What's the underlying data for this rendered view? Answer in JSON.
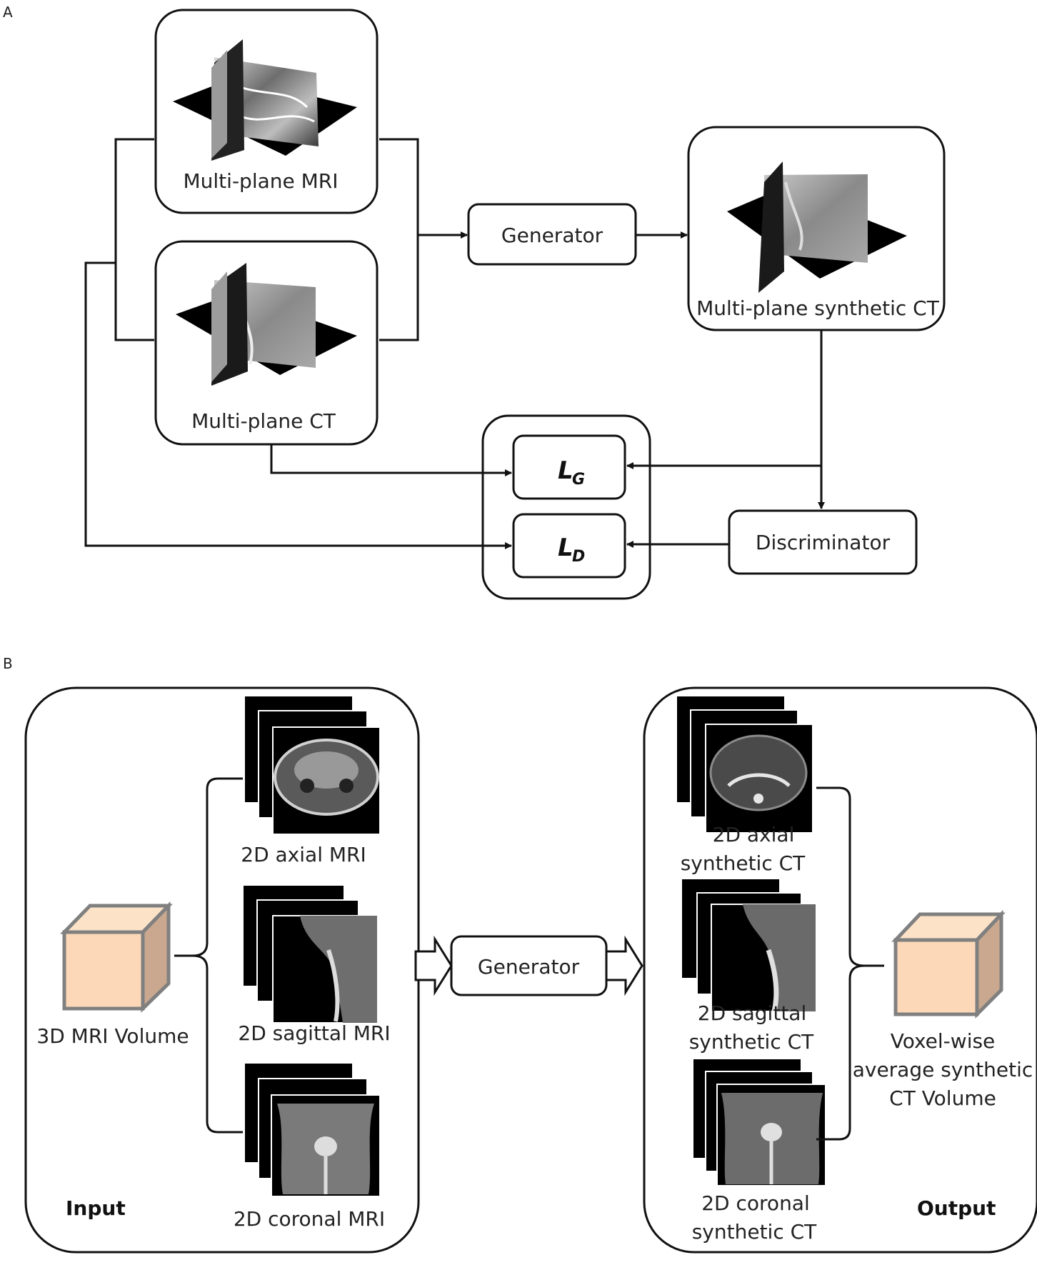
{
  "panel_a": {
    "letter": "A",
    "mri_label": "Multi-plane MRI",
    "ct_label": "Multi-plane CT",
    "generator": "Generator",
    "synthetic_label": "Multi-plane synthetic CT",
    "loss_g_main": "L",
    "loss_g_sub": "G",
    "loss_d_main": "L",
    "loss_d_sub": "D",
    "discriminator": "Discriminator"
  },
  "panel_b": {
    "letter": "B",
    "input_title": "Input",
    "output_title": "Output",
    "volume_label": "3D MRI Volume",
    "axial_mri": "2D axial MRI",
    "sagittal_mri": "2D sagittal MRI",
    "coronal_mri": "2D coronal MRI",
    "generator": "Generator",
    "axial_ct": [
      "2D axial",
      "synthetic CT"
    ],
    "sagittal_ct": [
      "2D sagittal",
      "synthetic CT"
    ],
    "coronal_ct": [
      "2D coronal",
      "synthetic CT"
    ],
    "output_volume": [
      "Voxel-wise",
      "average synthetic",
      "CT Volume"
    ]
  },
  "colors": {
    "cube_front": "#fcd8b8",
    "cube_side": "#c9a88f",
    "cube_edge": "#808080"
  }
}
